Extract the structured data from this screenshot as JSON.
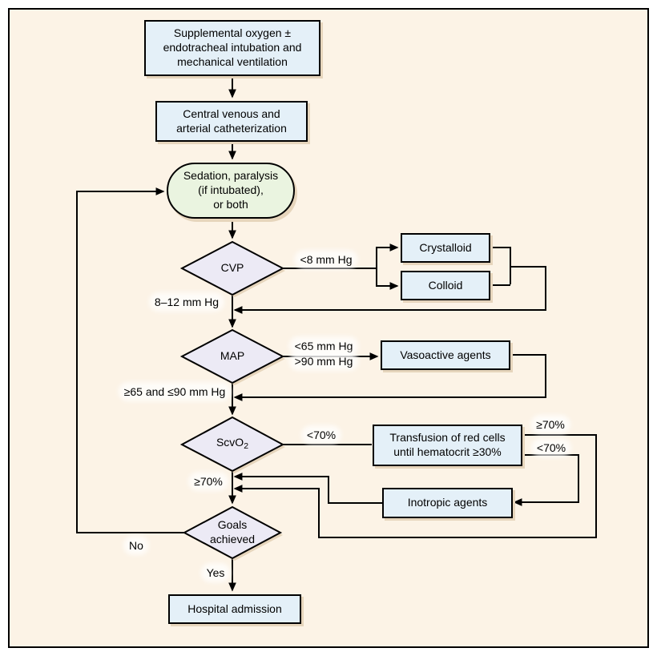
{
  "palette": {
    "frame_bg": "#fcf3e6",
    "box_fill": "#e4f0f8",
    "oval_fill": "#eaf4e0",
    "diamond_fill": "#eceaf5",
    "line": "#000000",
    "shadow": "#e6d5bc"
  },
  "nodes": {
    "supplemental": {
      "lines": [
        "Supplemental oxygen ±",
        "endotracheal intubation and",
        "mechanical ventilation"
      ]
    },
    "catheterization": {
      "lines": [
        "Central venous and",
        "arterial catheterization"
      ]
    },
    "sedation": {
      "lines": [
        "Sedation, paralysis",
        "(if intubated),",
        "or both"
      ]
    },
    "cvp": {
      "label": "CVP"
    },
    "crystalloid": {
      "label": "Crystalloid"
    },
    "colloid": {
      "label": "Colloid"
    },
    "map": {
      "label": "MAP"
    },
    "vasoactive": {
      "label": "Vasoactive agents"
    },
    "scvo2": {
      "text": "ScvO",
      "sub": "2"
    },
    "transfusion": {
      "lines": [
        "Transfusion of red cells",
        "until hematocrit ≥30%"
      ]
    },
    "inotropic": {
      "label": "Inotropic agents"
    },
    "goals": {
      "lines": [
        "Goals",
        "achieved"
      ]
    },
    "hospital": {
      "label": "Hospital admission"
    }
  },
  "edge_labels": {
    "cvp_low": "<8 mm Hg",
    "cvp_target": "8–12 mm Hg",
    "map_low": "<65 mm Hg",
    "map_high": ">90 mm Hg",
    "map_target": "≥65 and ≤90 mm Hg",
    "scvo2_low": "<70%",
    "scvo2_target": "≥70%",
    "transfusion_high": "≥70%",
    "transfusion_low": "<70%",
    "no": "No",
    "yes": "Yes"
  }
}
